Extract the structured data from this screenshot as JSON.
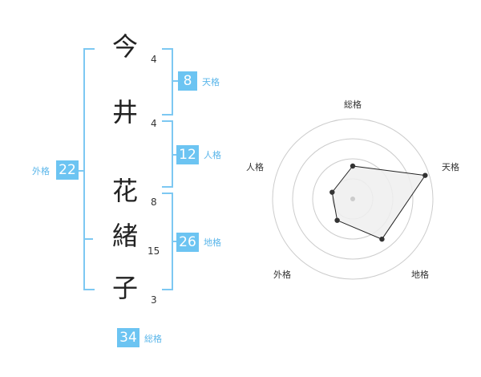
{
  "name": {
    "chars": [
      {
        "char": "今",
        "strokes": "4"
      },
      {
        "char": "井",
        "strokes": "4"
      },
      {
        "char": "花",
        "strokes": "8"
      },
      {
        "char": "緒",
        "strokes": "15"
      },
      {
        "char": "子",
        "strokes": "3"
      }
    ]
  },
  "kaku": {
    "tenkaku": {
      "value": "8",
      "label": "天格"
    },
    "jinkaku": {
      "value": "12",
      "label": "人格"
    },
    "chikaku": {
      "value": "26",
      "label": "地格"
    },
    "gaikaku": {
      "value": "22",
      "label": "外格"
    },
    "soukaku": {
      "value": "34",
      "label": "総格"
    }
  },
  "colors": {
    "accent": "#6cc4f2",
    "bracket": "#7dc8f2"
  },
  "chart_data": {
    "type": "radar",
    "axes": [
      "総格",
      "天格",
      "地格",
      "外格",
      "人格"
    ],
    "values": [
      0.41,
      0.95,
      0.62,
      0.33,
      0.27
    ],
    "rings": 4
  }
}
